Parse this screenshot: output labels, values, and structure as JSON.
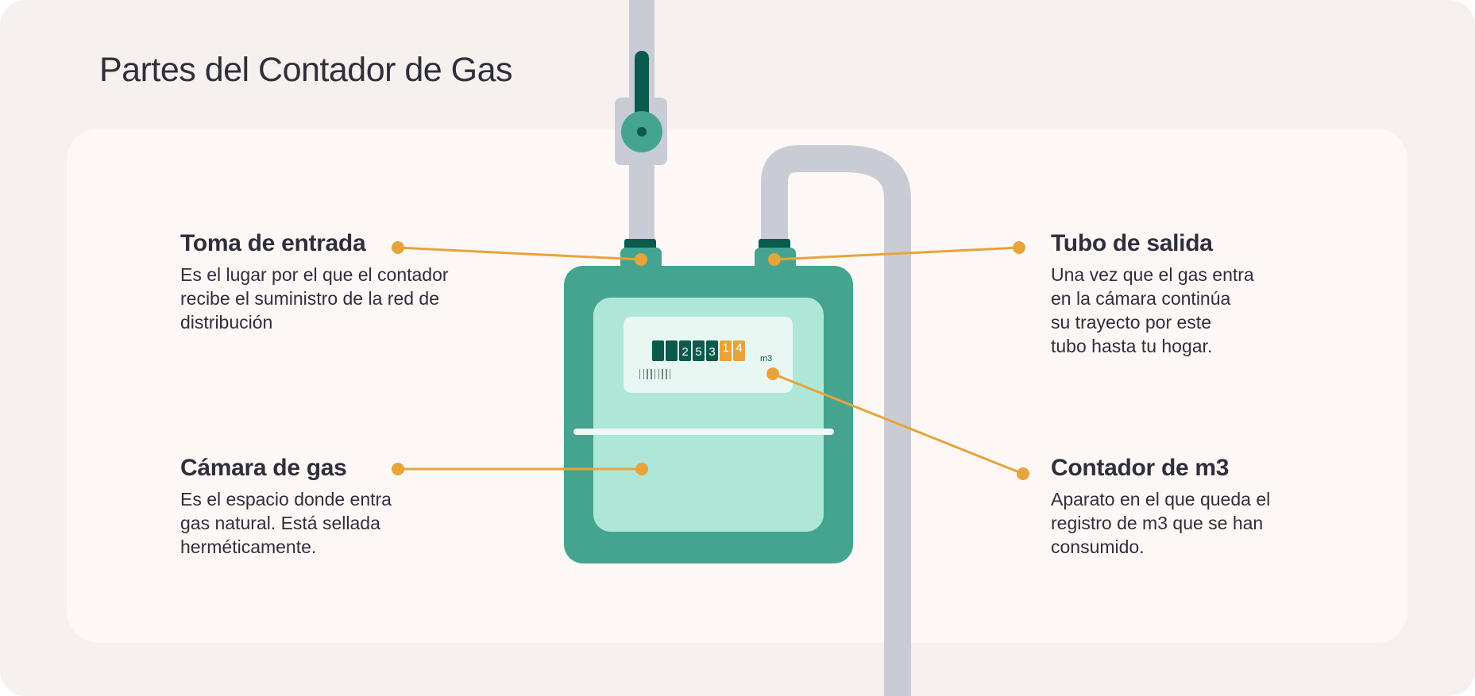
{
  "title": "Partes del Contador de Gas",
  "meter": {
    "dark_digits": [
      "",
      "",
      "2",
      "5",
      "3"
    ],
    "orange_digits": [
      "1",
      "4"
    ],
    "unit": "m3"
  },
  "callouts": {
    "toma_entrada": {
      "heading": "Toma de entrada",
      "text": "Es el lugar por el que el contador\nrecibe el suministro de la red de\ndistribución"
    },
    "tubo_salida": {
      "heading": "Tubo de salida",
      "text": "Una vez que el gas entra\nen la cámara continúa\nsu trayecto por este\ntubo hasta tu hogar."
    },
    "camara_gas": {
      "heading": "Cámara de gas",
      "text": "Es el espacio donde entra\ngas natural. Está sellada\nherméticamente."
    },
    "contador_m3": {
      "heading": "Contador de m3",
      "text": "Aparato en el que queda el\nregistro de m3 que se han\nconsumido."
    }
  },
  "colors": {
    "meter_body": "#44a48f",
    "meter_window": "#aee7d8",
    "dark_teal": "#0b5a4e",
    "pipe": "#c9ccd4",
    "accent": "#e8a33b",
    "text": "#2f2f3b"
  }
}
